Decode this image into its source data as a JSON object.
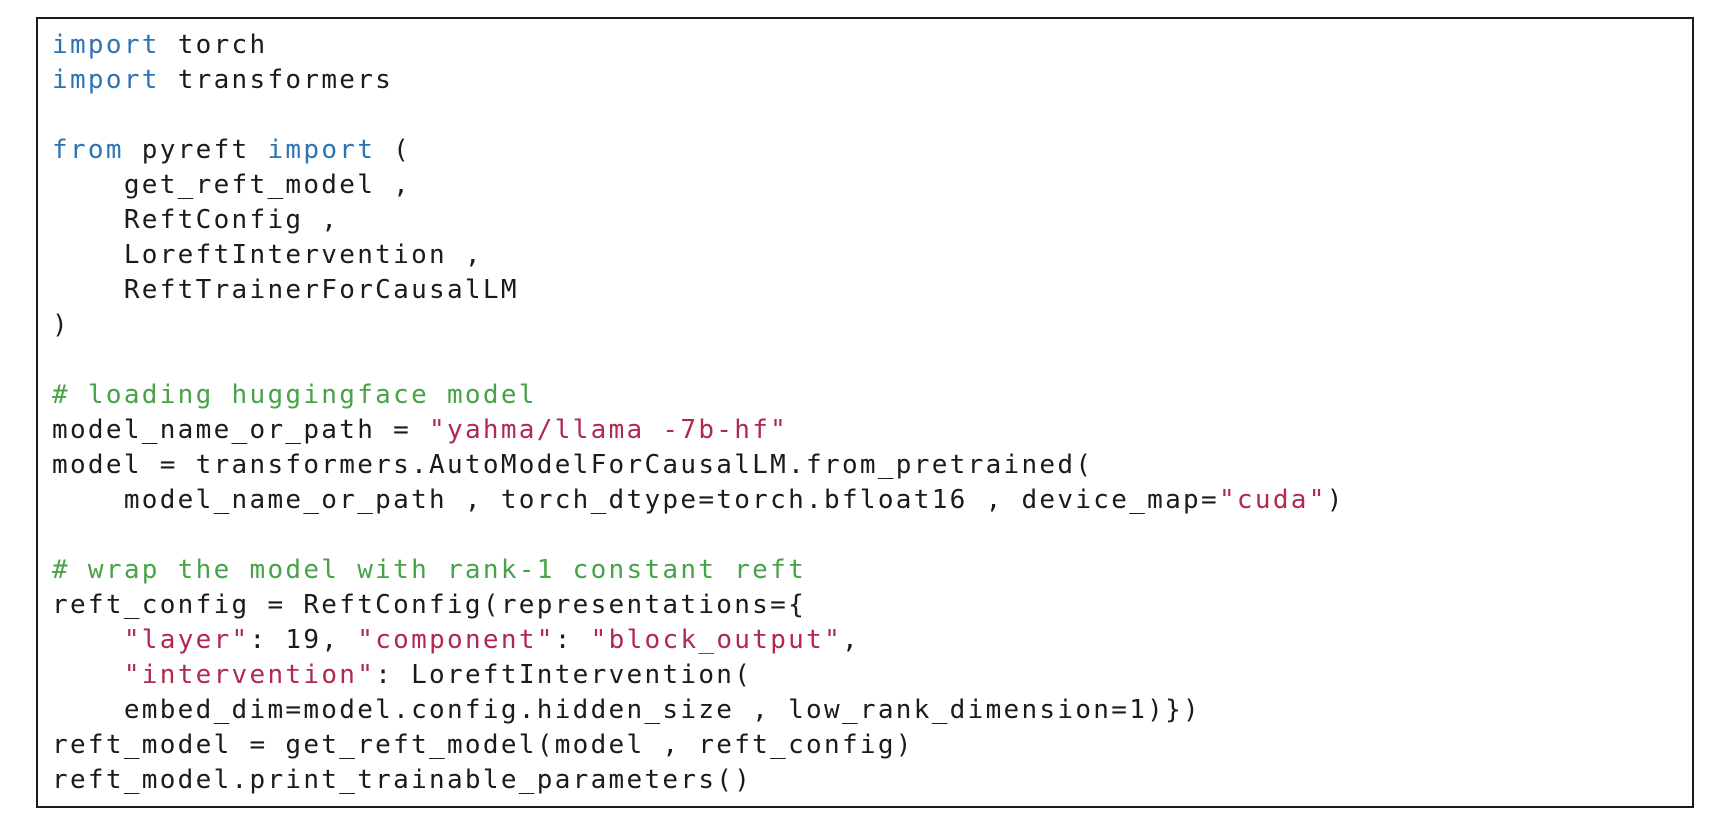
{
  "colors": {
    "page_background": "#ffffff",
    "box_background": "#ffffff",
    "border": "#1b1b1b",
    "plain": "#1b1b1b",
    "keyword": "#2e74b5",
    "comment": "#48a348",
    "string": "#b12a4d"
  },
  "code_block": {
    "language": "python",
    "lines": [
      {
        "segments": [
          {
            "t": "import",
            "c": "keyword"
          },
          {
            "t": " torch",
            "c": "plain"
          }
        ]
      },
      {
        "segments": [
          {
            "t": "import",
            "c": "keyword"
          },
          {
            "t": " transformers",
            "c": "plain"
          }
        ]
      },
      {
        "segments": []
      },
      {
        "segments": [
          {
            "t": "from",
            "c": "keyword"
          },
          {
            "t": " pyreft ",
            "c": "plain"
          },
          {
            "t": "import",
            "c": "keyword"
          },
          {
            "t": " (",
            "c": "plain"
          }
        ]
      },
      {
        "segments": [
          {
            "t": "    get_reft_model ,",
            "c": "plain"
          }
        ]
      },
      {
        "segments": [
          {
            "t": "    ReftConfig ,",
            "c": "plain"
          }
        ]
      },
      {
        "segments": [
          {
            "t": "    LoreftIntervention ,",
            "c": "plain"
          }
        ]
      },
      {
        "segments": [
          {
            "t": "    ReftTrainerForCausalLM",
            "c": "plain"
          }
        ]
      },
      {
        "segments": [
          {
            "t": ")",
            "c": "plain"
          }
        ]
      },
      {
        "segments": []
      },
      {
        "segments": [
          {
            "t": "# loading huggingface model",
            "c": "comment"
          }
        ]
      },
      {
        "segments": [
          {
            "t": "model_name_or_path = ",
            "c": "plain"
          },
          {
            "t": "\"yahma/llama -7b-hf\"",
            "c": "string"
          }
        ]
      },
      {
        "segments": [
          {
            "t": "model = transformers.AutoModelForCausalLM.from_pretrained(",
            "c": "plain"
          }
        ]
      },
      {
        "segments": [
          {
            "t": "    model_name_or_path , torch_dtype=torch.bfloat16 , device_map=",
            "c": "plain"
          },
          {
            "t": "\"cuda\"",
            "c": "string"
          },
          {
            "t": ")",
            "c": "plain"
          }
        ]
      },
      {
        "segments": []
      },
      {
        "segments": [
          {
            "t": "# wrap the model with rank-1 constant reft",
            "c": "comment"
          }
        ]
      },
      {
        "segments": [
          {
            "t": "reft_config = ReftConfig(representations={",
            "c": "plain"
          }
        ]
      },
      {
        "segments": [
          {
            "t": "    ",
            "c": "plain"
          },
          {
            "t": "\"layer\"",
            "c": "string"
          },
          {
            "t": ": 19, ",
            "c": "plain"
          },
          {
            "t": "\"component\"",
            "c": "string"
          },
          {
            "t": ": ",
            "c": "plain"
          },
          {
            "t": "\"block_output\"",
            "c": "string"
          },
          {
            "t": ",",
            "c": "plain"
          }
        ]
      },
      {
        "segments": [
          {
            "t": "    ",
            "c": "plain"
          },
          {
            "t": "\"intervention\"",
            "c": "string"
          },
          {
            "t": ": LoreftIntervention(",
            "c": "plain"
          }
        ]
      },
      {
        "segments": [
          {
            "t": "    embed_dim=model.config.hidden_size , low_rank_dimension=1)})",
            "c": "plain"
          }
        ]
      },
      {
        "segments": [
          {
            "t": "reft_model = get_reft_model(model , reft_config)",
            "c": "plain"
          }
        ]
      },
      {
        "segments": [
          {
            "t": "reft_model.print_trainable_parameters()",
            "c": "plain"
          }
        ]
      }
    ]
  }
}
